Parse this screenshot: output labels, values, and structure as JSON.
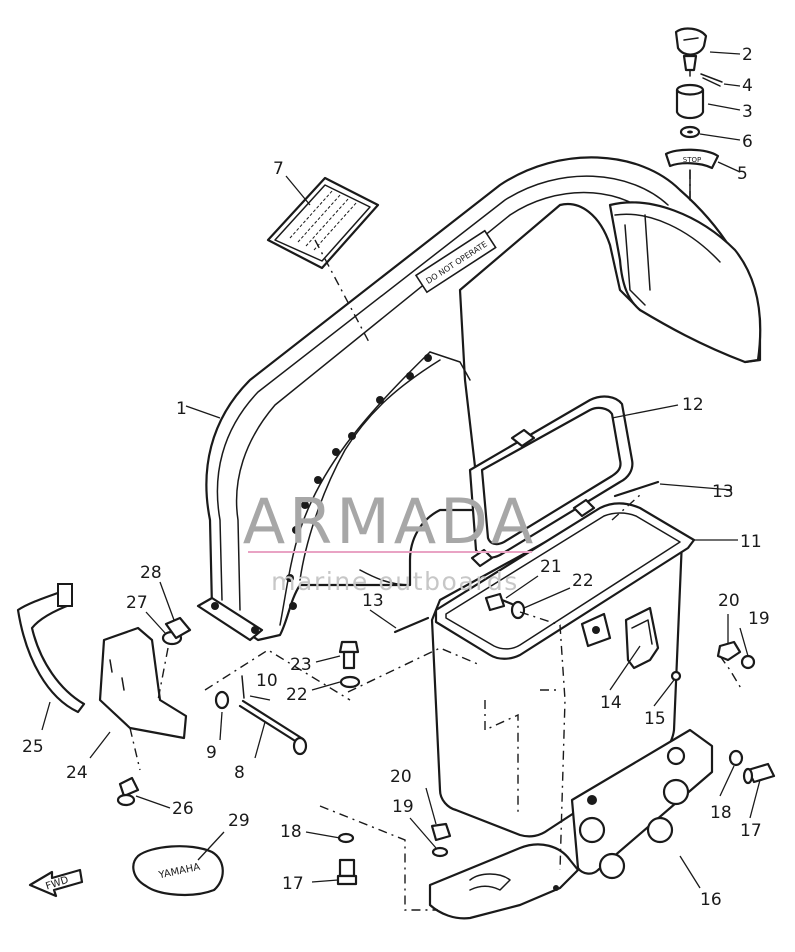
{
  "watermark": {
    "brand": "ARMADA",
    "tagline": "marine outboards",
    "logo_color": "#e9a3c4"
  },
  "decals": {
    "cover_plate": "DO NOT OPERATE",
    "fwd_arrow": "FWD",
    "pouch": "YAMAHA"
  },
  "callouts": [
    "1",
    "2",
    "3",
    "4",
    "5",
    "6",
    "7",
    "8",
    "9",
    "10",
    "11",
    "12",
    "13",
    "13",
    "14",
    "15",
    "16",
    "17",
    "17",
    "18",
    "18",
    "19",
    "19",
    "20",
    "20",
    "21",
    "22",
    "22",
    "23",
    "24",
    "25",
    "26",
    "27",
    "28",
    "29"
  ]
}
